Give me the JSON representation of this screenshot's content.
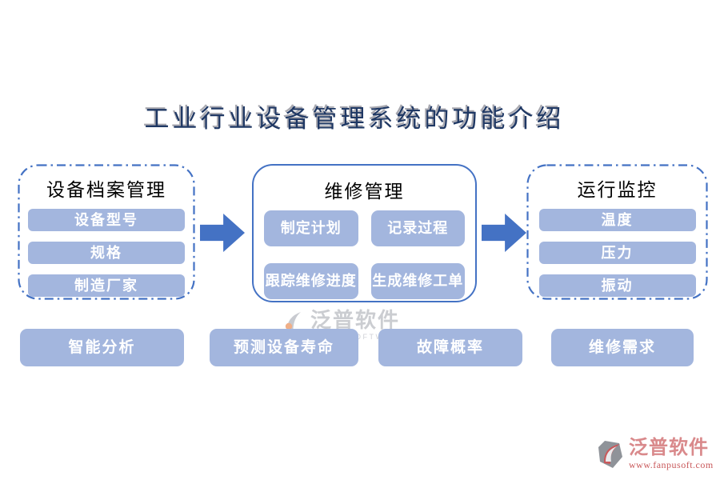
{
  "title": "工业行业设备管理系统的功能介绍",
  "colors": {
    "accent_blue": "#4472C4",
    "pill_fill": "#A3B6DE",
    "pill_text": "#FFFFFF",
    "title_navy": "#1F3864",
    "watermark_gray": "#C6C8CD",
    "brand_rose": "#D9898B",
    "url_red": "#C9595B"
  },
  "icons": {
    "flow_arrow": "right-block-arrow",
    "watermark_logo": "fanpu-swoosh",
    "footer_logo": "fanpu-emblem"
  },
  "groups": [
    {
      "title": "设备档案管理",
      "border_style": "dash-dot",
      "items": [
        "设备型号",
        "规格",
        "制造厂家"
      ]
    },
    {
      "title": "维修管理",
      "border_style": "solid",
      "items": [
        "制定计划",
        "记录过程",
        "跟踪维修进度",
        "生成维修工单"
      ]
    },
    {
      "title": "运行监控",
      "border_style": "dash-dot",
      "items": [
        "温度",
        "压力",
        "振动"
      ]
    }
  ],
  "bottom_row": [
    "智能分析",
    "预测设备寿命",
    "故障概率",
    "维修需求"
  ],
  "watermark": {
    "name": "泛普软件",
    "subtitle": "FANPU SOFTWARE"
  },
  "footer": {
    "brand": "泛普软件",
    "url": "www.fanpusoft.com"
  }
}
